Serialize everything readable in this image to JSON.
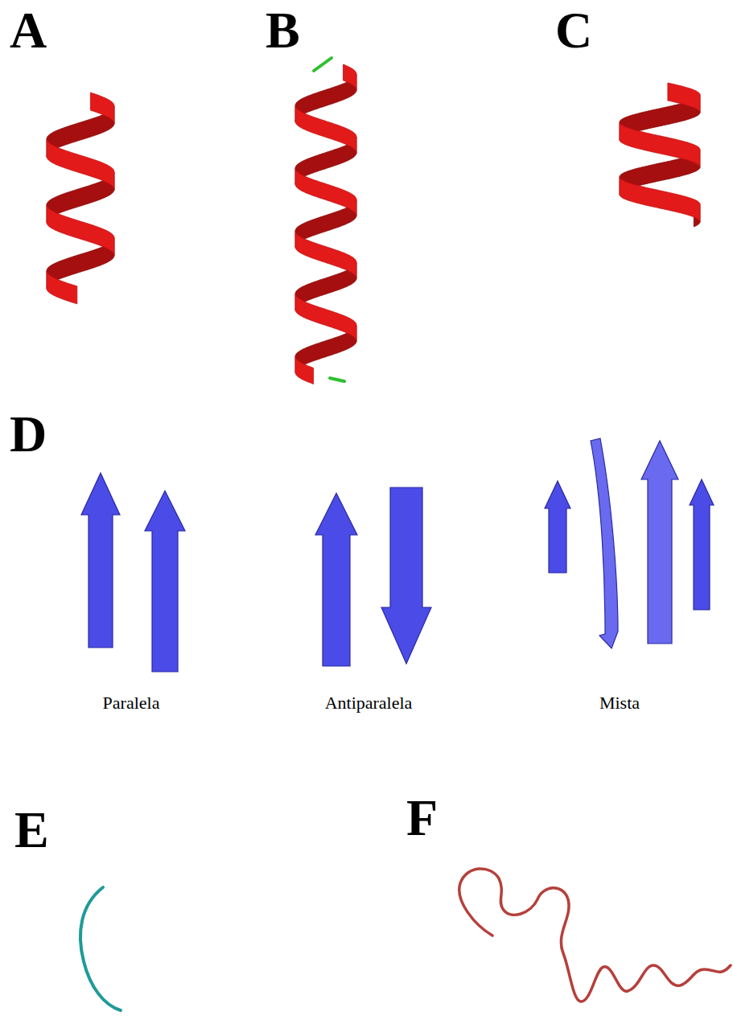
{
  "diagram": {
    "labels": [
      "A",
      "B",
      "C",
      "D",
      "Paralela",
      "Antiparalela",
      "Mista",
      "E",
      "F"
    ]
  }
}
